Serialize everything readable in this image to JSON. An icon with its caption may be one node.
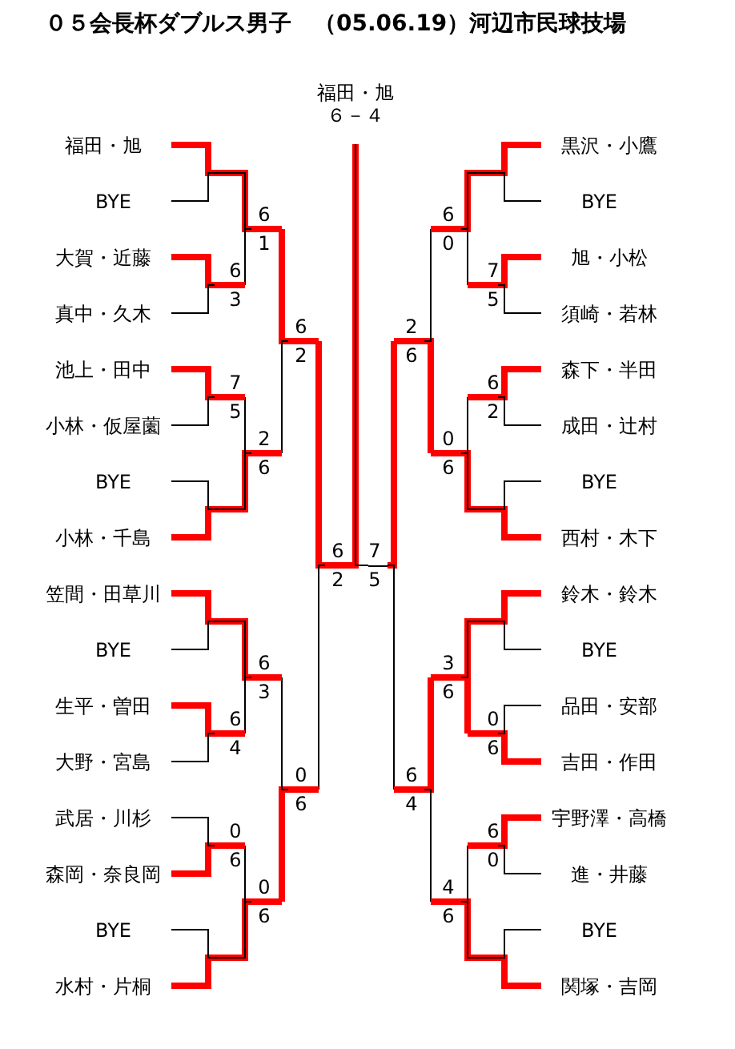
{
  "diagram": {
    "title": "０５会長杯ダブルス男子　（05.06.19）河辺市民球技場",
    "nodes": [
      {
        "text": [
          "福田・旭",
          "６－４"
        ]
      },
      {
        "text": [
          "福田・旭"
        ]
      },
      {
        "text": [
          "BYE"
        ]
      },
      {
        "text": [
          "大賀・近藤"
        ]
      },
      {
        "text": [
          "真中・久木"
        ]
      },
      {
        "text": [
          "池上・田中"
        ]
      },
      {
        "text": [
          "小林・仮屋薗"
        ]
      },
      {
        "text": [
          "BYE"
        ]
      },
      {
        "text": [
          "小林・千島"
        ]
      },
      {
        "text": [
          "笠間・田草川"
        ]
      },
      {
        "text": [
          "BYE"
        ]
      },
      {
        "text": [
          "生平・曽田"
        ]
      },
      {
        "text": [
          "大野・宮島"
        ]
      },
      {
        "text": [
          "武居・川杉"
        ]
      },
      {
        "text": [
          "森岡・奈良岡"
        ]
      },
      {
        "text": [
          "BYE"
        ]
      },
      {
        "text": [
          "水村・片桐"
        ]
      },
      {
        "text": [
          "黒沢・小鷹"
        ]
      },
      {
        "text": [
          "BYE"
        ]
      },
      {
        "text": [
          "旭・小松"
        ]
      },
      {
        "text": [
          "須崎・若林"
        ]
      },
      {
        "text": [
          "森下・半田"
        ]
      },
      {
        "text": [
          "成田・辻村"
        ]
      },
      {
        "text": [
          "BYE"
        ]
      },
      {
        "text": [
          "西村・木下"
        ]
      },
      {
        "text": [
          "鈴木・鈴木"
        ]
      },
      {
        "text": [
          "BYE"
        ]
      },
      {
        "text": [
          "品田・安部"
        ]
      },
      {
        "text": [
          "吉田・作田"
        ]
      },
      {
        "text": [
          "宇野澤・高橋"
        ]
      },
      {
        "text": [
          "進・井藤"
        ]
      },
      {
        "text": [
          "BYE"
        ]
      },
      {
        "text": [
          "関塚・吉岡"
        ]
      },
      {
        "text": [
          "6",
          "3"
        ]
      },
      {
        "text": [
          "7",
          "5"
        ]
      },
      {
        "text": [
          "6",
          "4"
        ]
      },
      {
        "text": [
          "0",
          "6"
        ]
      },
      {
        "text": [
          "6",
          "1"
        ]
      },
      {
        "text": [
          "2",
          "6"
        ]
      },
      {
        "text": [
          "6",
          "3"
        ]
      },
      {
        "text": [
          "0",
          "6"
        ]
      },
      {
        "text": [
          "6",
          "2"
        ]
      },
      {
        "text": [
          "0",
          "6"
        ]
      },
      {
        "text": [
          "6",
          "2"
        ]
      },
      {
        "text": [
          "7",
          "5"
        ]
      },
      {
        "text": [
          "6",
          "2"
        ]
      },
      {
        "text": [
          "0",
          "6"
        ]
      },
      {
        "text": [
          "6",
          "0"
        ]
      },
      {
        "text": [
          "6",
          "0"
        ]
      },
      {
        "text": [
          "0",
          "6"
        ]
      },
      {
        "text": [
          "3",
          "6"
        ]
      },
      {
        "text": [
          "4",
          "6"
        ]
      },
      {
        "text": [
          "2",
          "6"
        ]
      },
      {
        "text": [
          "6",
          "4"
        ]
      },
      {
        "text": [
          "7",
          "5"
        ]
      }
    ],
    "edges": [
      {
        "from": 3,
        "to": 33,
        "arrow": "none",
        "style": "thick",
        "color": "#ff0000"
      },
      {
        "from": 4,
        "to": 33,
        "arrow": "none"
      },
      {
        "from": 5,
        "to": 34,
        "arrow": "none",
        "style": "thick",
        "color": "#ff0000"
      },
      {
        "from": 6,
        "to": 34,
        "arrow": "none"
      },
      {
        "from": 11,
        "to": 35,
        "arrow": "none",
        "style": "thick",
        "color": "#ff0000"
      },
      {
        "from": 12,
        "to": 35,
        "arrow": "none"
      },
      {
        "from": 13,
        "to": 36,
        "arrow": "none"
      },
      {
        "from": 14,
        "to": 36,
        "arrow": "none",
        "style": "thick",
        "color": "#ff0000"
      },
      {
        "from": 1,
        "to": 37,
        "arrow": "none",
        "style": "thick",
        "color": "#ff0000"
      },
      {
        "from": 2,
        "to": 37,
        "arrow": "none"
      },
      {
        "from": 33,
        "to": 37,
        "arrow": "none"
      },
      {
        "from": 34,
        "to": 38,
        "arrow": "none"
      },
      {
        "from": 7,
        "to": 38,
        "arrow": "none"
      },
      {
        "from": 8,
        "to": 38,
        "arrow": "none",
        "style": "thick",
        "color": "#ff0000"
      },
      {
        "from": 9,
        "to": 39,
        "arrow": "none",
        "style": "thick",
        "color": "#ff0000"
      },
      {
        "from": 10,
        "to": 39,
        "arrow": "none"
      },
      {
        "from": 35,
        "to": 39,
        "arrow": "none"
      },
      {
        "from": 36,
        "to": 40,
        "arrow": "none"
      },
      {
        "from": 15,
        "to": 40,
        "arrow": "none"
      },
      {
        "from": 16,
        "to": 40,
        "arrow": "none",
        "style": "thick",
        "color": "#ff0000"
      },
      {
        "from": 37,
        "to": 41,
        "arrow": "none",
        "style": "thick",
        "color": "#ff0000"
      },
      {
        "from": 38,
        "to": 41,
        "arrow": "none"
      },
      {
        "from": 39,
        "to": 42,
        "arrow": "none"
      },
      {
        "from": 40,
        "to": 42,
        "arrow": "none",
        "style": "thick",
        "color": "#ff0000"
      },
      {
        "from": 41,
        "to": 43,
        "arrow": "none",
        "style": "thick",
        "color": "#ff0000"
      },
      {
        "from": 42,
        "to": 43,
        "arrow": "none"
      },
      {
        "from": 43,
        "to": 0,
        "arrow": "none",
        "style": "thick",
        "color": "#ff0000"
      },
      {
        "from": 19,
        "to": 44,
        "arrow": "none",
        "style": "thick",
        "color": "#ff0000"
      },
      {
        "from": 20,
        "to": 44,
        "arrow": "none"
      },
      {
        "from": 21,
        "to": 45,
        "arrow": "none",
        "style": "thick",
        "color": "#ff0000"
      },
      {
        "from": 22,
        "to": 45,
        "arrow": "none"
      },
      {
        "from": 27,
        "to": 46,
        "arrow": "none"
      },
      {
        "from": 28,
        "to": 46,
        "arrow": "none",
        "style": "thick",
        "color": "#ff0000"
      },
      {
        "from": 29,
        "to": 47,
        "arrow": "none",
        "style": "thick",
        "color": "#ff0000"
      },
      {
        "from": 30,
        "to": 47,
        "arrow": "none"
      },
      {
        "from": 17,
        "to": 48,
        "arrow": "none",
        "style": "thick",
        "color": "#ff0000"
      },
      {
        "from": 18,
        "to": 48,
        "arrow": "none"
      },
      {
        "from": 44,
        "to": 48,
        "arrow": "none"
      },
      {
        "from": 45,
        "to": 49,
        "arrow": "none"
      },
      {
        "from": 23,
        "to": 49,
        "arrow": "none"
      },
      {
        "from": 24,
        "to": 49,
        "arrow": "none",
        "style": "thick",
        "color": "#ff0000"
      },
      {
        "from": 25,
        "to": 50,
        "arrow": "none",
        "style": "thick",
        "color": "#ff0000"
      },
      {
        "from": 26,
        "to": 50,
        "arrow": "none"
      },
      {
        "from": 46,
        "to": 50,
        "arrow": "none",
        "style": "thick",
        "color": "#ff0000"
      },
      {
        "from": 47,
        "to": 51,
        "arrow": "none"
      },
      {
        "from": 31,
        "to": 51,
        "arrow": "none"
      },
      {
        "from": 32,
        "to": 51,
        "arrow": "none",
        "style": "thick",
        "color": "#ff0000"
      },
      {
        "from": 48,
        "to": 52,
        "arrow": "none"
      },
      {
        "from": 49,
        "to": 52,
        "arrow": "none",
        "style": "thick",
        "color": "#ff0000"
      },
      {
        "from": 50,
        "to": 53,
        "arrow": "none",
        "style": "thick",
        "color": "#ff0000"
      },
      {
        "from": 51,
        "to": 53,
        "arrow": "none"
      },
      {
        "from": 52,
        "to": 54,
        "arrow": "none",
        "style": "thick",
        "color": "#ff0000"
      },
      {
        "from": 53,
        "to": 54,
        "arrow": "none"
      },
      {
        "from": 54,
        "to": 0,
        "arrow": "none"
      }
    ]
  }
}
